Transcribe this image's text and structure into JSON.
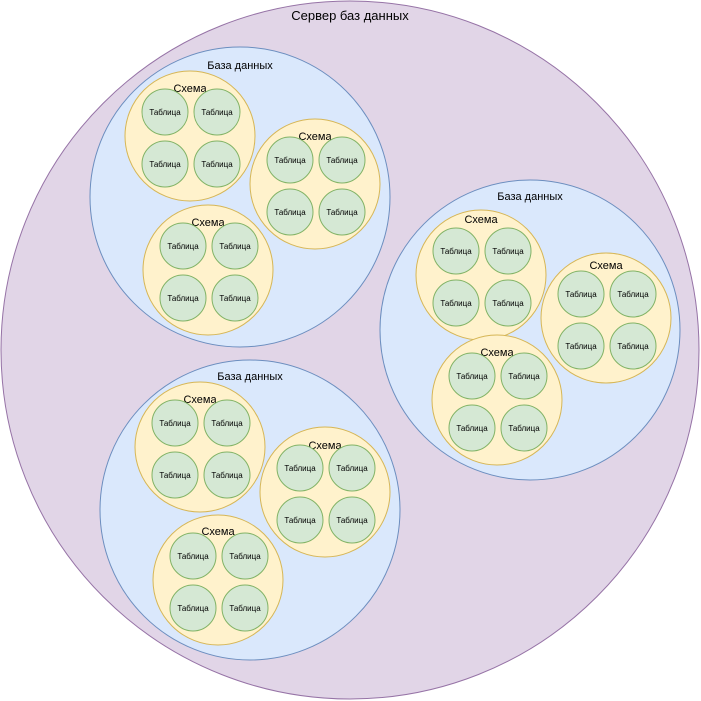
{
  "colors": {
    "server_fill": "#e1d5e7",
    "server_stroke": "#9673a6",
    "database_fill": "#dae8fc",
    "database_stroke": "#6c8ebf",
    "schema_fill": "#fff2cc",
    "schema_stroke": "#d6b656",
    "table_fill": "#d5e8d4",
    "table_stroke": "#82b366",
    "text": "#000000"
  },
  "server": {
    "label": "Сервер баз данных",
    "databases": [
      {
        "label": "База данных",
        "schemas": [
          {
            "label": "Схема",
            "tables": [
              "Таблица",
              "Таблица",
              "Таблица",
              "Таблица"
            ]
          },
          {
            "label": "Схема",
            "tables": [
              "Таблица",
              "Таблица",
              "Таблица",
              "Таблица"
            ]
          },
          {
            "label": "Схема",
            "tables": [
              "Таблица",
              "Таблица",
              "Таблица",
              "Таблица"
            ]
          }
        ]
      },
      {
        "label": "База данных",
        "schemas": [
          {
            "label": "Схема",
            "tables": [
              "Таблица",
              "Таблица",
              "Таблица",
              "Таблица"
            ]
          },
          {
            "label": "Схема",
            "tables": [
              "Таблица",
              "Таблица",
              "Таблица",
              "Таблица"
            ]
          },
          {
            "label": "Схема",
            "tables": [
              "Таблица",
              "Таблица",
              "Таблица",
              "Таблица"
            ]
          }
        ]
      },
      {
        "label": "База данных",
        "schemas": [
          {
            "label": "Схема",
            "tables": [
              "Таблица",
              "Таблица",
              "Таблица",
              "Таблица"
            ]
          },
          {
            "label": "Схема",
            "tables": [
              "Таблица",
              "Таблица",
              "Таблица",
              "Таблица"
            ]
          },
          {
            "label": "Схема",
            "tables": [
              "Таблица",
              "Таблица",
              "Таблица",
              "Таблица"
            ]
          }
        ]
      }
    ]
  }
}
